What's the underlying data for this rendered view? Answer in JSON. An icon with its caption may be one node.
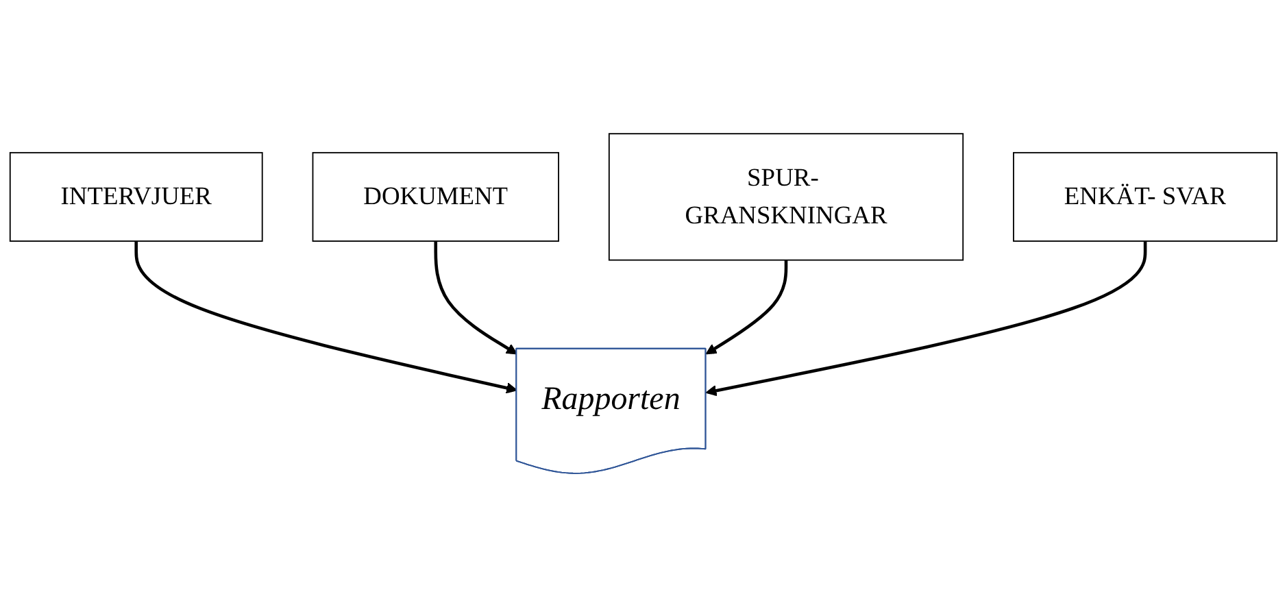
{
  "diagram": {
    "nodes": [
      {
        "text": [
          "INTERVJUER"
        ]
      },
      {
        "text": [
          "DOKUMENT"
        ]
      },
      {
        "text": [
          "SPUR- GRANSKNINGAR"
        ]
      },
      {
        "text": [
          "Rapporten"
        ]
      },
      {
        "text": [
          "ENKÄT- SVAR"
        ]
      }
    ],
    "edges": [
      {
        "from": 0,
        "to": 3,
        "arrow": "to"
      },
      {
        "from": 1,
        "to": 3,
        "arrow": "to"
      },
      {
        "from": 2,
        "to": 3,
        "arrow": "to"
      },
      {
        "from": 4,
        "to": 3,
        "arrow": "to"
      }
    ]
  }
}
